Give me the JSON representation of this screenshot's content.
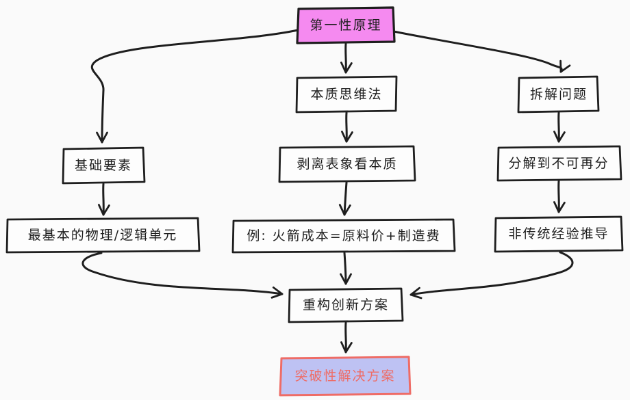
{
  "colors": {
    "background": "#fafafa",
    "ink": "#1e1e1e",
    "node-fill": "#fdfdfd",
    "pink-fill": "#f58af0",
    "lavender-fill": "#bec2f3",
    "salmon": "#ee6c66"
  },
  "nodes": {
    "first_principles": {
      "label": "第一性原理"
    },
    "essence_method": {
      "label": "本质思维法"
    },
    "decompose_problem": {
      "label": "拆解问题"
    },
    "basic_elements": {
      "label": "基础要素"
    },
    "strip_appearance": {
      "label": "剥离表象看本质"
    },
    "decompose_indivisible": {
      "label": "分解到不可再分"
    },
    "basic_units": {
      "label": "最基本的物理/逻辑单元"
    },
    "rocket_example": {
      "label": "例: 火箭成本=原料价+制造费"
    },
    "non_traditional": {
      "label": "非传统经验推导"
    },
    "rebuild_innovation": {
      "label": "重构创新方案"
    },
    "breakthrough_solution": {
      "label": "突破性解决方案"
    }
  },
  "edges": [
    {
      "from": "first_principles",
      "to": "basic_elements"
    },
    {
      "from": "first_principles",
      "to": "essence_method"
    },
    {
      "from": "first_principles",
      "to": "decompose_problem"
    },
    {
      "from": "basic_elements",
      "to": "basic_units"
    },
    {
      "from": "essence_method",
      "to": "strip_appearance"
    },
    {
      "from": "strip_appearance",
      "to": "rocket_example"
    },
    {
      "from": "decompose_problem",
      "to": "decompose_indivisible"
    },
    {
      "from": "decompose_indivisible",
      "to": "non_traditional"
    },
    {
      "from": "basic_units",
      "to": "rebuild_innovation"
    },
    {
      "from": "rocket_example",
      "to": "rebuild_innovation"
    },
    {
      "from": "non_traditional",
      "to": "rebuild_innovation"
    },
    {
      "from": "rebuild_innovation",
      "to": "breakthrough_solution"
    }
  ]
}
